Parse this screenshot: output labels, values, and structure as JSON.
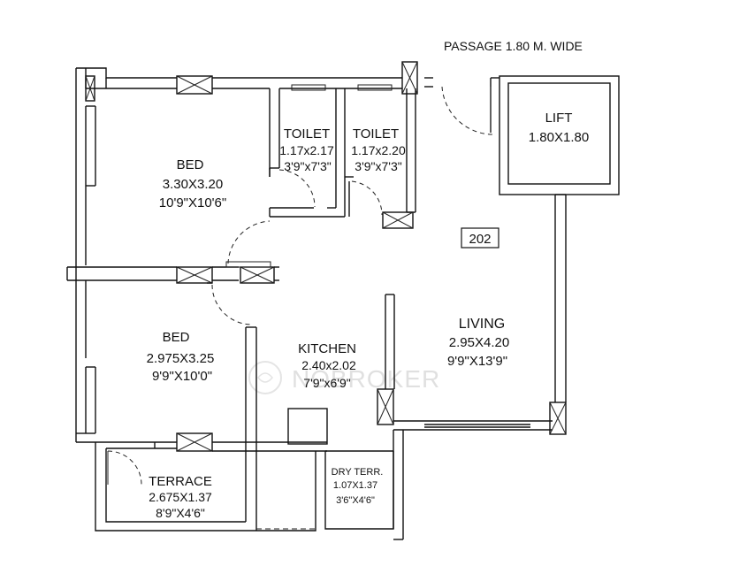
{
  "header": {
    "passage_label": "PASSAGE 1.80 M. WIDE"
  },
  "unit_number": "202",
  "rooms": {
    "bed1": {
      "name": "BED",
      "size_m": "3.30X3.20",
      "size_ft": "10'9\"X10'6\""
    },
    "toilet1": {
      "name": "TOILET",
      "size_m": "1.17x2.17",
      "size_ft": "3'9\"x7'3\""
    },
    "toilet2": {
      "name": "TOILET",
      "size_m": "1.17x2.20",
      "size_ft": "3'9\"x7'3\""
    },
    "lift": {
      "name": "LIFT",
      "size_m": "1.80X1.80"
    },
    "living": {
      "name": "LIVING",
      "size_m": "2.95X4.20",
      "size_ft": "9'9\"X13'9\""
    },
    "bed2": {
      "name": "BED",
      "size_m": "2.975X3.25",
      "size_ft": "9'9\"X10'0\""
    },
    "kitchen": {
      "name": "KITCHEN",
      "size_m": "2.40x2.02",
      "size_ft": "7'9\"x6'9\""
    },
    "terrace": {
      "name": "TERRACE",
      "size_m": "2.675X1.37",
      "size_ft": "8'9\"X4'6\""
    },
    "dry_terrace": {
      "name": "DRY TERR.",
      "size_m": "1.07X1.37",
      "size_ft": "3'6\"X4'6\""
    }
  },
  "watermark": "NOBROKER"
}
